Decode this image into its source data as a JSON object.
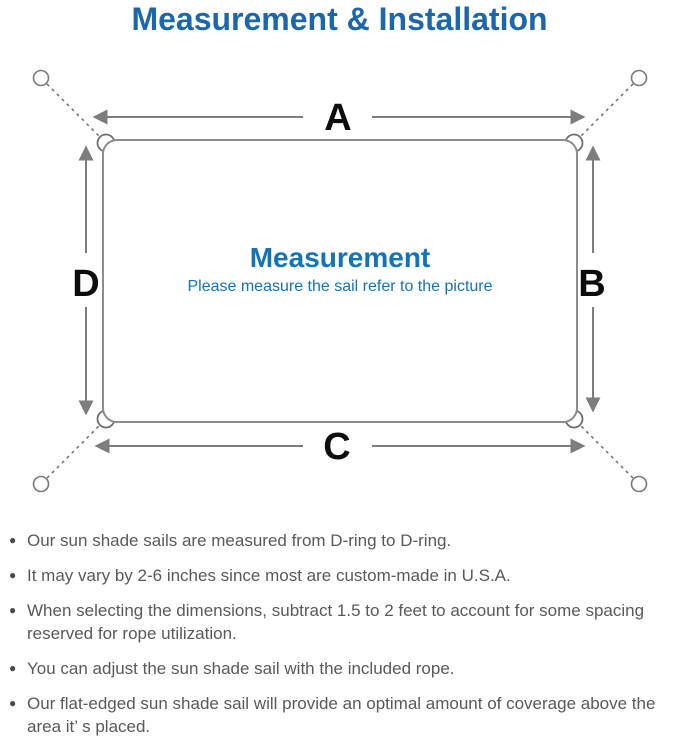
{
  "title": "Measurement & Installation",
  "diagram": {
    "labels": {
      "top": "A",
      "right": "B",
      "bottom": "C",
      "left": "D"
    },
    "center_heading": "Measurement",
    "center_subtext": "Please measure the sail refer to the picture"
  },
  "bullets": [
    "Our sun shade sails are measured from D-ring to D-ring.",
    "It may vary by 2-6 inches since most are custom-made in U.S.A.",
    "When selecting the dimensions, subtract 1.5 to 2 feet to account for some spacing reserved for rope utilization.",
    "You can adjust the sun shade sail with the included rope.",
    "Our flat-edged sun shade sail will provide an optimal amount of coverage above the area it’ s placed."
  ],
  "icons": {
    "bullet_dot": "●"
  },
  "colors": {
    "title_blue": "#1b66ad",
    "note_blue": "#1273ba",
    "bullet_text_gray": "#595959",
    "sail_outline_gray": "#8c8c8c",
    "arrow_gray": "#7d7d7d",
    "rope_gray": "#6e6e6e"
  }
}
